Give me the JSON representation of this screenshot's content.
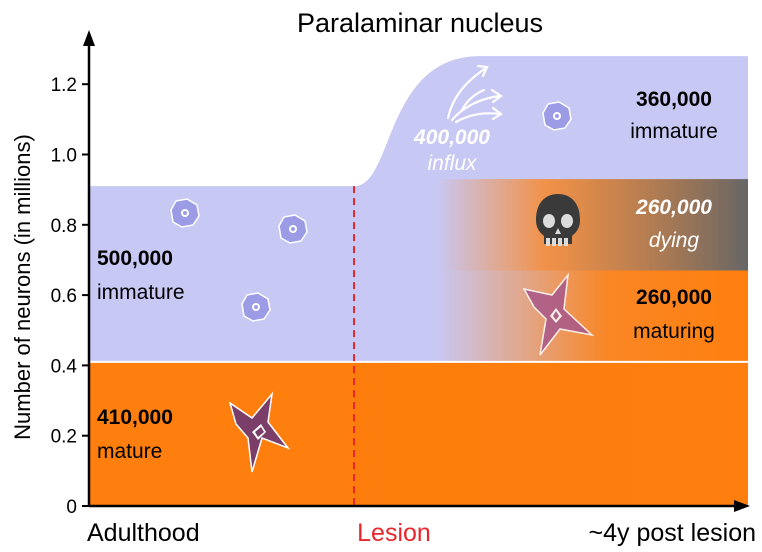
{
  "chart_data": {
    "type": "area",
    "title": "Paralaminar nucleus",
    "xlabel": "",
    "ylabel": "Number of neurons (in millions)",
    "ylim": [
      0,
      1.3
    ],
    "yticks": [
      0,
      0.2,
      0.4,
      0.6,
      0.8,
      1.0,
      1.2
    ],
    "ytick_labels": [
      "0",
      "0.2",
      "0.4",
      "0.6",
      "0.8",
      "1.0",
      "1.2"
    ],
    "x_categories": [
      "Adulthood",
      "Lesion",
      "~4y post lesion"
    ],
    "grid": false,
    "series": [
      {
        "name": "mature",
        "color": "#ff7f0e",
        "before": [
          0,
          0.41
        ],
        "after": [
          0,
          0.41
        ]
      },
      {
        "name": "maturing",
        "color": "#ff7f0e",
        "after": [
          0.41,
          0.67
        ]
      },
      {
        "name": "dying",
        "color": "#666666",
        "after": [
          0.67,
          0.93
        ]
      },
      {
        "name": "immature",
        "color": "#c8c8f4",
        "before": [
          0.41,
          0.91
        ],
        "after": [
          0.93,
          1.28
        ]
      }
    ],
    "annotations": {
      "before_immature": {
        "number": "500,000",
        "label": "immature"
      },
      "before_mature": {
        "number": "410,000",
        "label": "mature"
      },
      "after_immature": {
        "number": "360,000",
        "label": "immature"
      },
      "after_dying": {
        "number": "260,000",
        "label": "dying"
      },
      "after_maturing": {
        "number": "260,000",
        "label": "maturing"
      },
      "influx": {
        "number": "400,000",
        "label": "influx"
      }
    },
    "icons": [
      "immature-neuron-icon",
      "mature-neuron-icon",
      "skull-icon",
      "influx-arrows-icon"
    ],
    "colors": {
      "mature": "#ff7f0e",
      "immature": "#c8c8f4",
      "dying": "#666666",
      "lesion_line": "#e8262b",
      "neuron_mature": "#7a3e68",
      "neuron_immature": "#9b9be6"
    }
  }
}
